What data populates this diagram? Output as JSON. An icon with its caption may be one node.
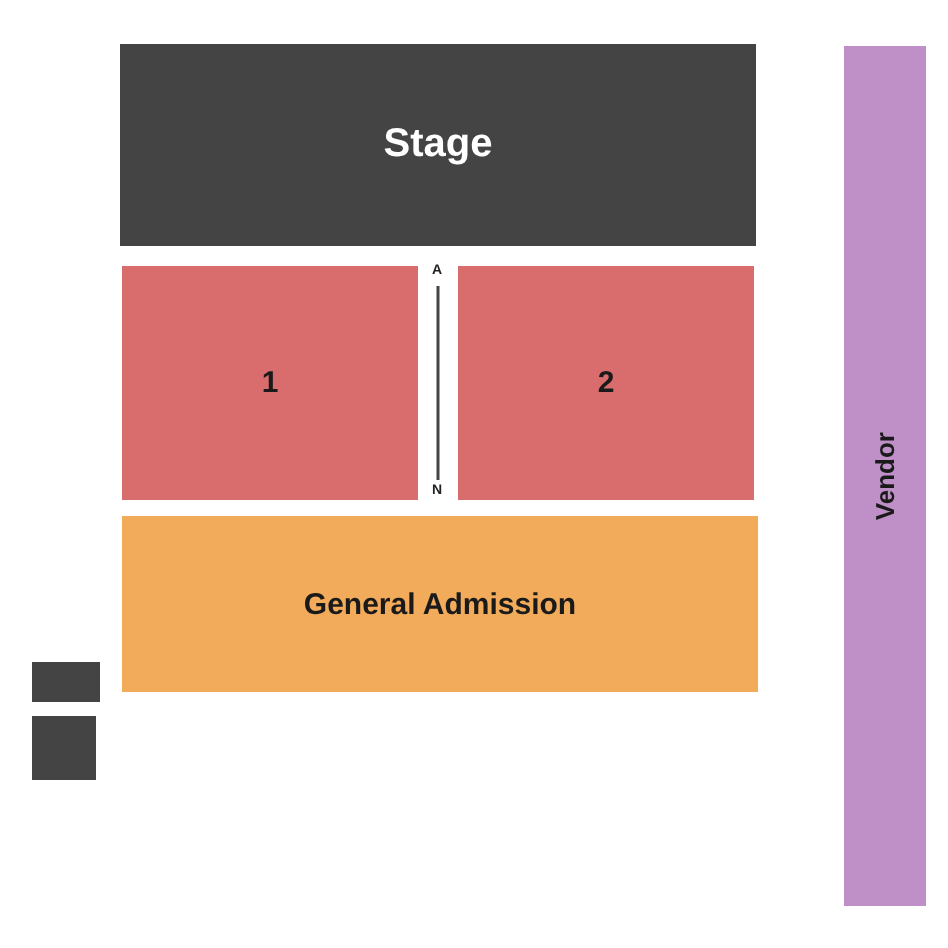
{
  "diagram": {
    "nodes": [
      {
        "text": [
          "Stage"
        ]
      },
      {
        "text": [
          "1"
        ]
      },
      {
        "text": [
          "2"
        ]
      },
      {
        "text": [
          "General Admission"
        ]
      },
      {
        "text": [
          "Vendor"
        ]
      },
      {
        "text": [],
        "shape": "box"
      },
      {
        "text": [],
        "shape": "box"
      }
    ],
    "labels": [
      "A",
      "N"
    ]
  }
}
